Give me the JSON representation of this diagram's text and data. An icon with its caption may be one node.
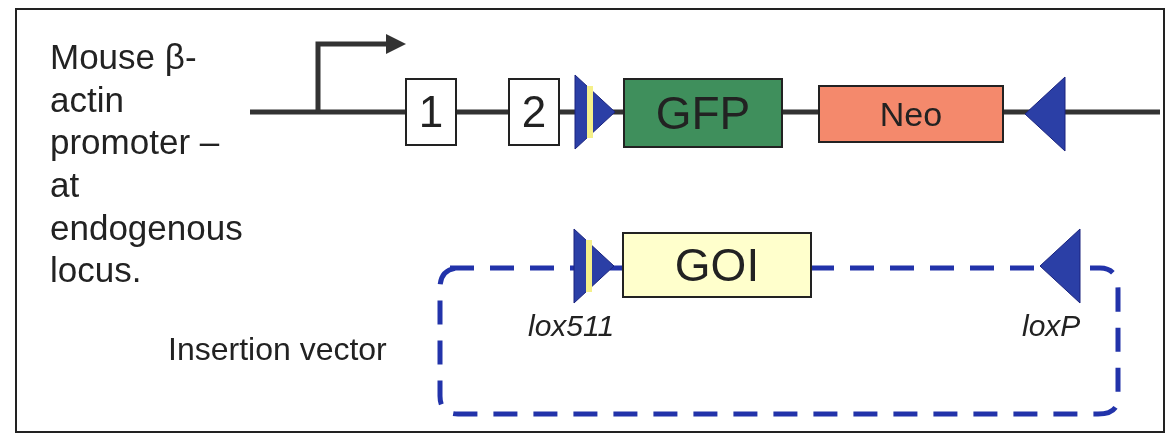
{
  "diagram": {
    "nodes": [
      {
        "text": [
          "1"
        ]
      },
      {
        "text": [
          "2"
        ]
      },
      {
        "text": [
          "GFP"
        ]
      },
      {
        "text": [
          "Neo"
        ]
      },
      {
        "text": [
          "GOI"
        ]
      }
    ],
    "labels": [
      "Mouse β-actin promoter – at endogenous locus.",
      "lox511",
      "loxP",
      "Insertion vector"
    ]
  }
}
